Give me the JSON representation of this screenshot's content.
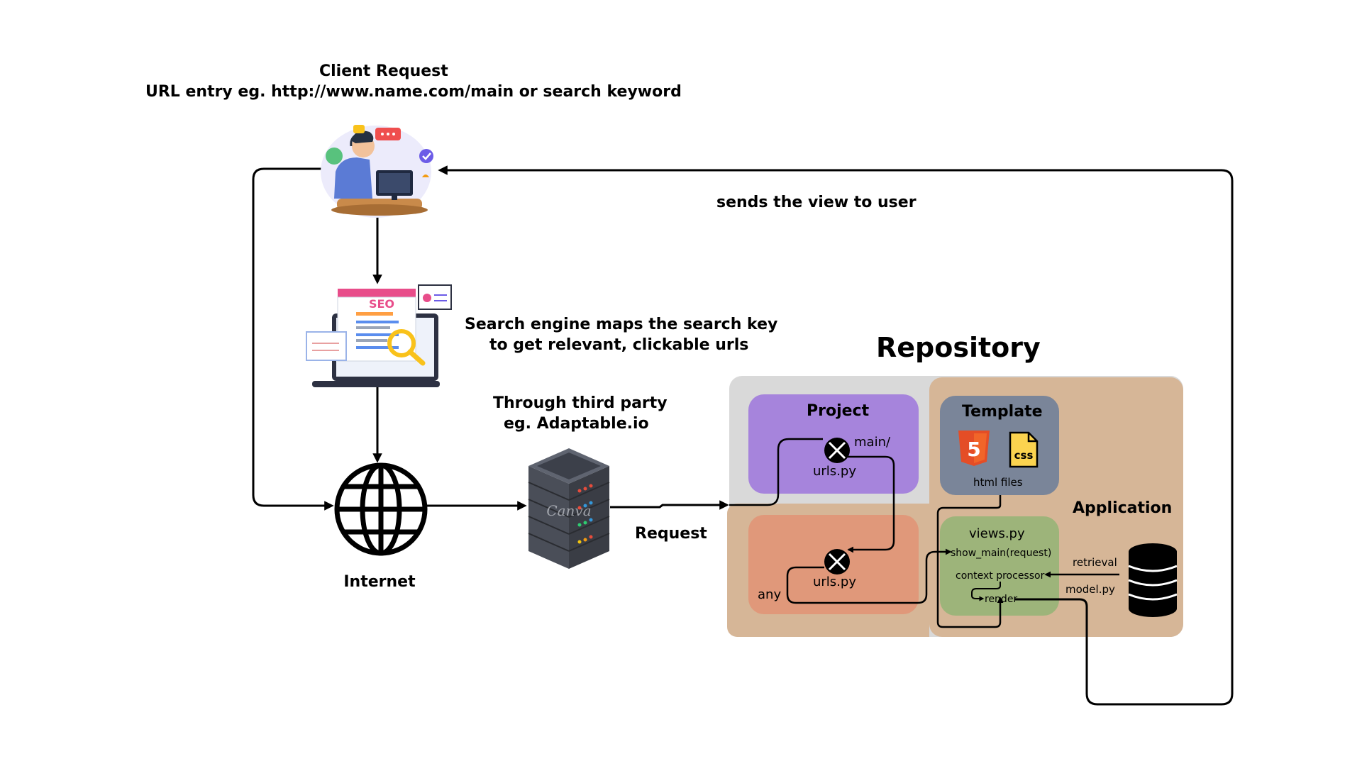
{
  "labels": {
    "client_title": "Client Request",
    "client_sub": "URL entry eg. http://www.name.com/main or search keyword",
    "sends_view": "sends the view to user",
    "search_engine_1": "Search engine maps the search key",
    "search_engine_2": "to get relevant, clickable urls",
    "third_party_1": "Through third party",
    "third_party_2": "eg. Adaptable.io",
    "internet": "Internet",
    "request": "Request",
    "repository": "Repository",
    "application": "Application"
  },
  "project_box": {
    "title": "Project",
    "route": "main/",
    "file": "urls.py"
  },
  "app_urls_box": {
    "file": "urls.py",
    "route": "any"
  },
  "template_box": {
    "title": "Template",
    "html_badge": "5",
    "css_badge": "css",
    "caption": "html files"
  },
  "views_box": {
    "title": "views.py",
    "line1": "show_main(request)",
    "line2": "context processor",
    "line3": "render"
  },
  "database": {
    "retrieval": "retrieval",
    "model": "model.py"
  },
  "illustrations": {
    "seo_text": "SEO",
    "server_text": "Canva"
  },
  "colors": {
    "repository_bg": "#d9d9d9",
    "application_bg": "#d6b697",
    "project_bg": "#a684dc",
    "app_urls_bg": "#e0987a",
    "template_bg": "#7a8599",
    "views_bg": "#9db47a"
  },
  "icons": [
    "person-at-desk-icon",
    "seo-laptop-icon",
    "globe-icon",
    "server-rack-icon",
    "database-icon",
    "html5-icon",
    "css-file-icon",
    "cross-node-icon"
  ]
}
